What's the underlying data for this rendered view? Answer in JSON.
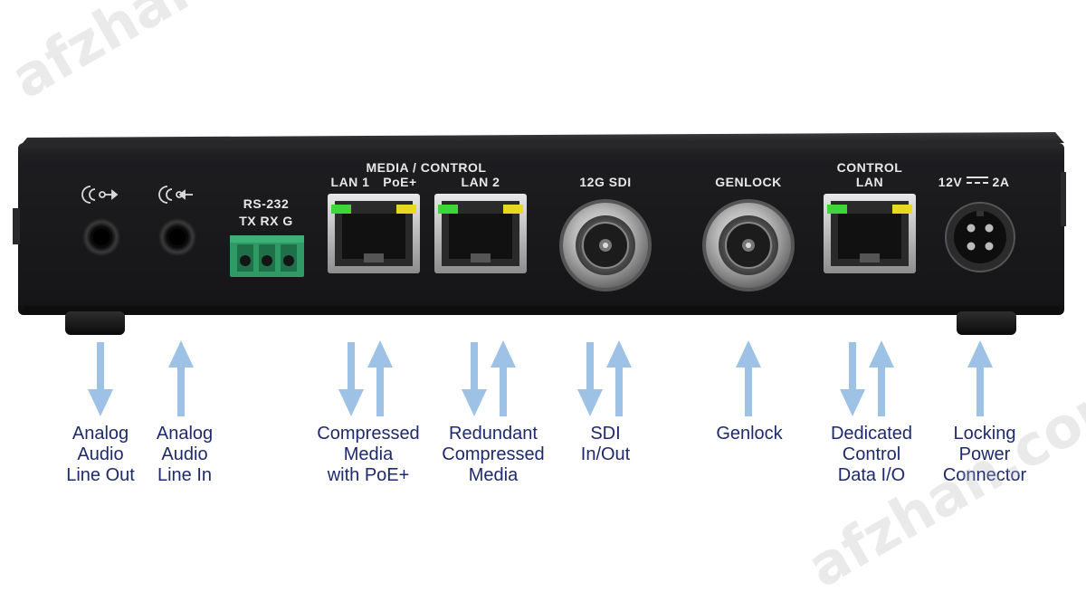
{
  "panel_labels": {
    "rs232": "RS-232",
    "rs232_pins": "TX RX G",
    "media_control": "MEDIA / CONTROL",
    "lan1": "LAN 1",
    "poe": "PoE+",
    "lan2": "LAN 2",
    "sdi": "12G  SDI",
    "genlock": "GENLOCK",
    "control": "CONTROL",
    "control_lan": "LAN",
    "power_v": "12V",
    "power_a": "2A"
  },
  "captions": {
    "audio_out": [
      "Analog",
      "Audio",
      "Line Out"
    ],
    "audio_in": [
      "Analog",
      "Audio",
      "Line In"
    ],
    "lan1": [
      "Compressed",
      "Media",
      "with PoE+"
    ],
    "lan2": [
      "Redundant",
      "Compressed",
      "Media"
    ],
    "sdi": [
      "SDI",
      "In/Out"
    ],
    "genlock": [
      "Genlock"
    ],
    "control": [
      "Dedicated",
      "Control",
      "Data I/O"
    ],
    "power": [
      "Locking",
      "Power",
      "Connector"
    ]
  },
  "watermark": "afzhan.com",
  "colors": {
    "caption": "#1e2a6e",
    "arrow": "#9ec2e6",
    "chassis": "#1c1c1e",
    "led_green": "#3fd63a",
    "led_yellow": "#e8d81e",
    "terminal_block": "#2f9a66"
  }
}
